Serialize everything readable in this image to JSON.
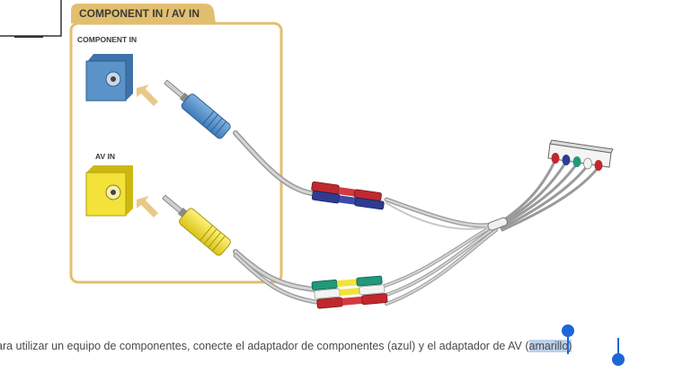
{
  "diagram": {
    "panel_title": "COMPONENT IN / AV IN",
    "ports": [
      {
        "label": "COMPONENT IN",
        "color": "#5b93c9"
      },
      {
        "label": "AV IN",
        "color": "#f2e23a"
      }
    ],
    "panel_border_color": "#e2bf6f",
    "panel_header_color": "#e2bf6f",
    "arrow_color": "#e9c98a",
    "rca_colors": [
      "#c0282e",
      "#2f3b8f",
      "#1f9a7a",
      "#f3f3f3",
      "#c0282e"
    ]
  },
  "caption": {
    "text_before": "ara utilizar un equipo de componentes, conecte el adaptador de componentes (azul) y el adaptador de AV (",
    "text_selected": "amarillo)"
  },
  "selection_handle_color": "#1e66d6"
}
